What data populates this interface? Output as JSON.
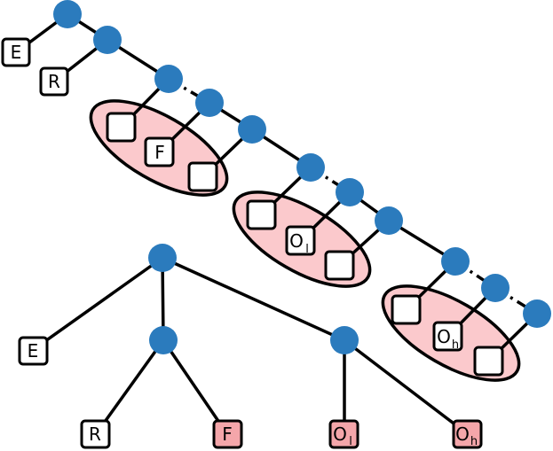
{
  "colors": {
    "node": "#2b7bbd",
    "leaf_plain": "#ffffff",
    "leaf_highlight": "#f4a6aa",
    "group_fill": "#fbc9cc",
    "stroke": "#000000"
  },
  "top_tree": {
    "leaf_e": {
      "label": "E"
    },
    "leaf_r": {
      "label": "R"
    },
    "group1": {
      "mid_label": "F"
    },
    "group2": {
      "mid_label": "O",
      "mid_sub": "l"
    },
    "group3": {
      "mid_label": "O",
      "mid_sub": "h"
    }
  },
  "bottom_tree": {
    "leaf_e": {
      "label": "E"
    },
    "leaf_r": {
      "label": "R"
    },
    "leaf_f": {
      "label": "F"
    },
    "leaf_ol": {
      "label": "O",
      "sub": "l"
    },
    "leaf_oh": {
      "label": "O",
      "sub": "h"
    }
  }
}
